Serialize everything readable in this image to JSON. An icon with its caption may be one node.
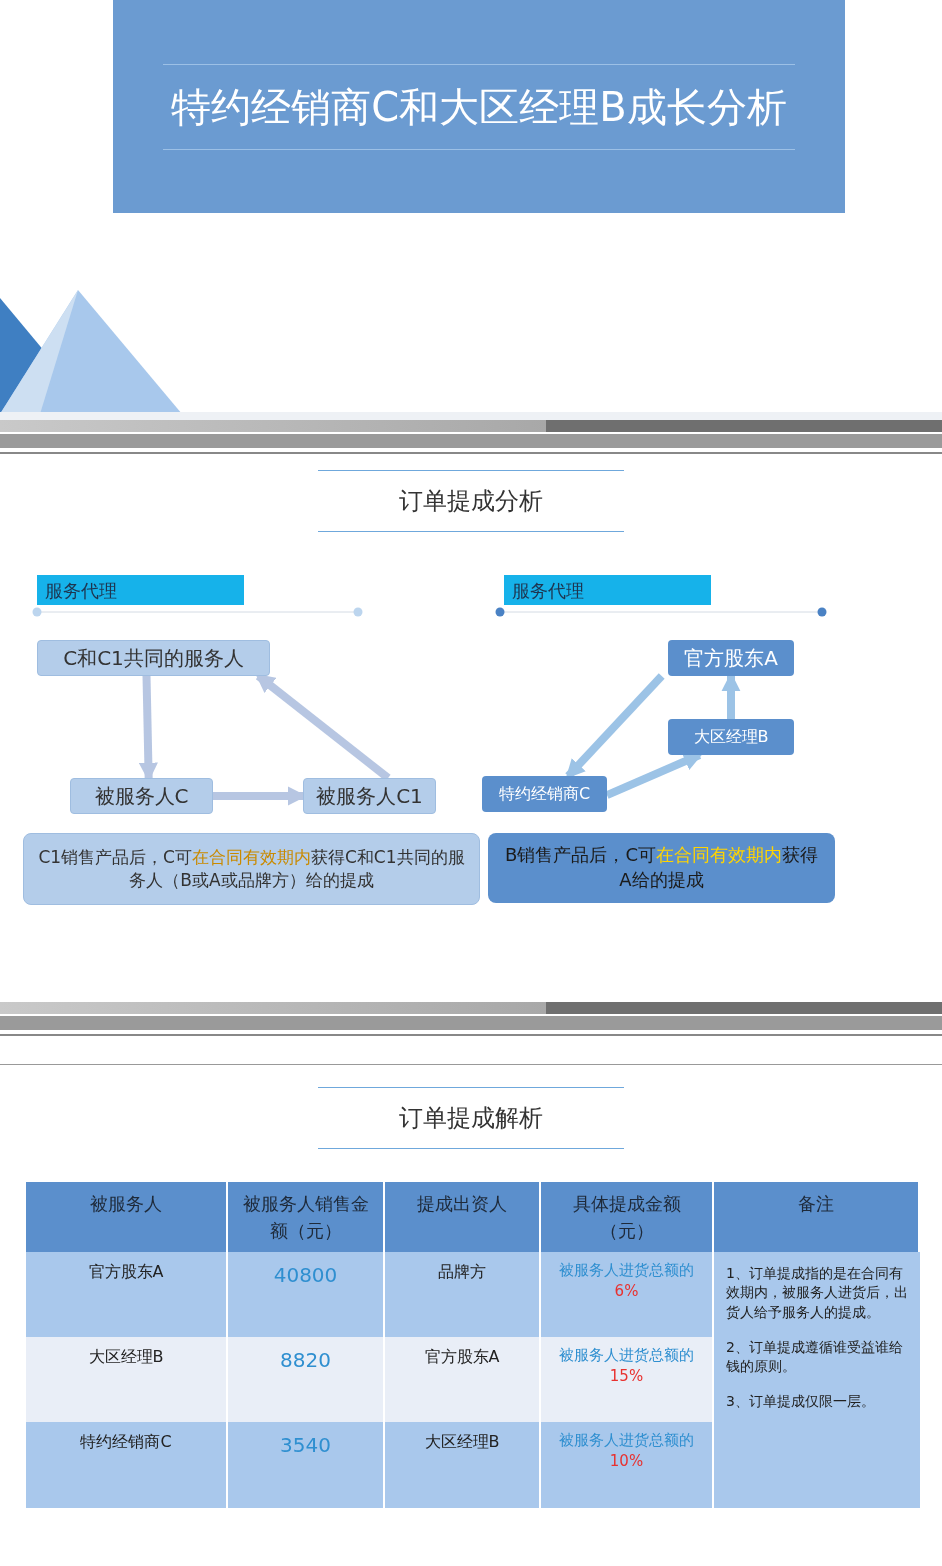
{
  "diagram": {
    "title": "特约经销商C和大区经理B成长分析",
    "nodes": [
      {
        "text": [
          "C和C1共同的服务人"
        ]
      },
      {
        "text": [
          "被服务人C"
        ]
      },
      {
        "text": [
          "被服务人C1"
        ]
      },
      {
        "text": [
          "C1销售产品后，C可**在合同有效期内**获得C和C1共同的服务人（B或A或品牌方）给的提成"
        ]
      },
      {
        "text": [
          "官方股东A"
        ]
      },
      {
        "text": [
          "大区经理B"
        ]
      },
      {
        "text": [
          "特约经销商C"
        ]
      },
      {
        "text": [
          "B销售产品后，C可**在合同有效期内**获得A给的提成"
        ]
      }
    ],
    "edges": [
      {
        "from": 0,
        "to": 1,
        "arrow": "to"
      },
      {
        "from": 1,
        "to": 2,
        "arrow": "to"
      },
      {
        "from": 2,
        "to": 0,
        "arrow": "to"
      },
      {
        "from": 4,
        "to": 6,
        "arrow": "to",
        "color": "#9cc3e6"
      },
      {
        "from": 6,
        "to": 5,
        "arrow": "to",
        "color": "#9cc3e6"
      },
      {
        "from": 5,
        "to": 4,
        "arrow": "to",
        "color": "#9cc3e6"
      }
    ],
    "labels": [
      "服务代理",
      "服务代理",
      "订单提成分析",
      "订单提成解析",
      "被服务人",
      "被服务人销售金额（元）",
      "提成出资人",
      "具体提成金额（元）",
      "备注",
      "官方股东A",
      "40800",
      "品牌方",
      "被服务人进货总额的**6%**",
      "1、订单提成指的是在合同有效期内，被服务人进货后，出货人给予服务人的提成。",
      "2、订单提成遵循谁受益谁给钱的原则。",
      "3、订单提成仅限一层。",
      "大区经理B",
      "8820",
      "官方股东A",
      "被服务人进货总额的**15%**",
      "特约经销商C",
      "3540",
      "大区经理B",
      "被服务人进货总额的**10%**"
    ]
  }
}
